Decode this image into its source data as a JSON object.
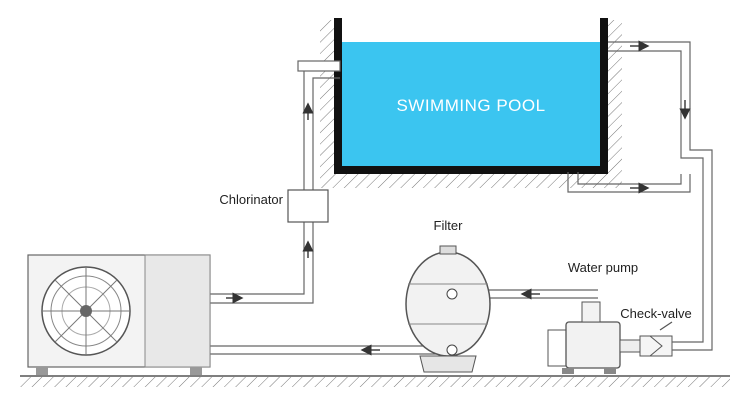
{
  "diagram": {
    "labels": {
      "pool": "SWIMMING POOL",
      "chlorinator": "Chlorinator",
      "filter": "Filter",
      "water_pump": "Water pump",
      "check_valve": "Check-valve"
    },
    "colors": {
      "water": "#3bc5f0",
      "wall": "#111111",
      "pipe_stroke": "#555555",
      "pipe_fill": "#ffffff",
      "unit_fill": "#f2f2f2",
      "ground": "#666666",
      "text": "#222222"
    },
    "icons": [
      "fan-icon",
      "flow-arrow-icon",
      "hatch-ground-icon",
      "valve-icon"
    ]
  }
}
